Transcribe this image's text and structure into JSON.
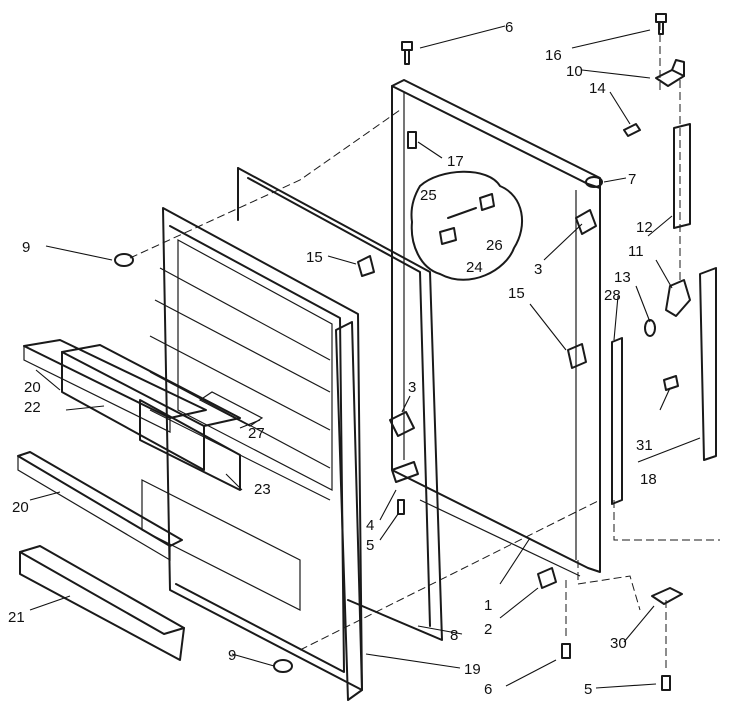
{
  "diagram": {
    "labels": {
      "l1": "1",
      "l2": "2",
      "l3a": "3",
      "l3b": "3",
      "l4": "4",
      "l5a": "5",
      "l5b": "5",
      "l6a": "6",
      "l6b": "6",
      "l7": "7",
      "l8": "8",
      "l9a": "9",
      "l9b": "9",
      "l10": "10",
      "l11": "11",
      "l12": "12",
      "l13": "13",
      "l14": "14",
      "l15a": "15",
      "l15b": "15",
      "l16": "16",
      "l17": "17",
      "l18": "18",
      "l19": "19",
      "l20a": "20",
      "l20b": "20",
      "l21": "21",
      "l22": "22",
      "l23": "23",
      "l24": "24",
      "l25": "25",
      "l26": "26",
      "l27": "27",
      "l28": "28",
      "l30": "30",
      "l31": "31"
    }
  }
}
